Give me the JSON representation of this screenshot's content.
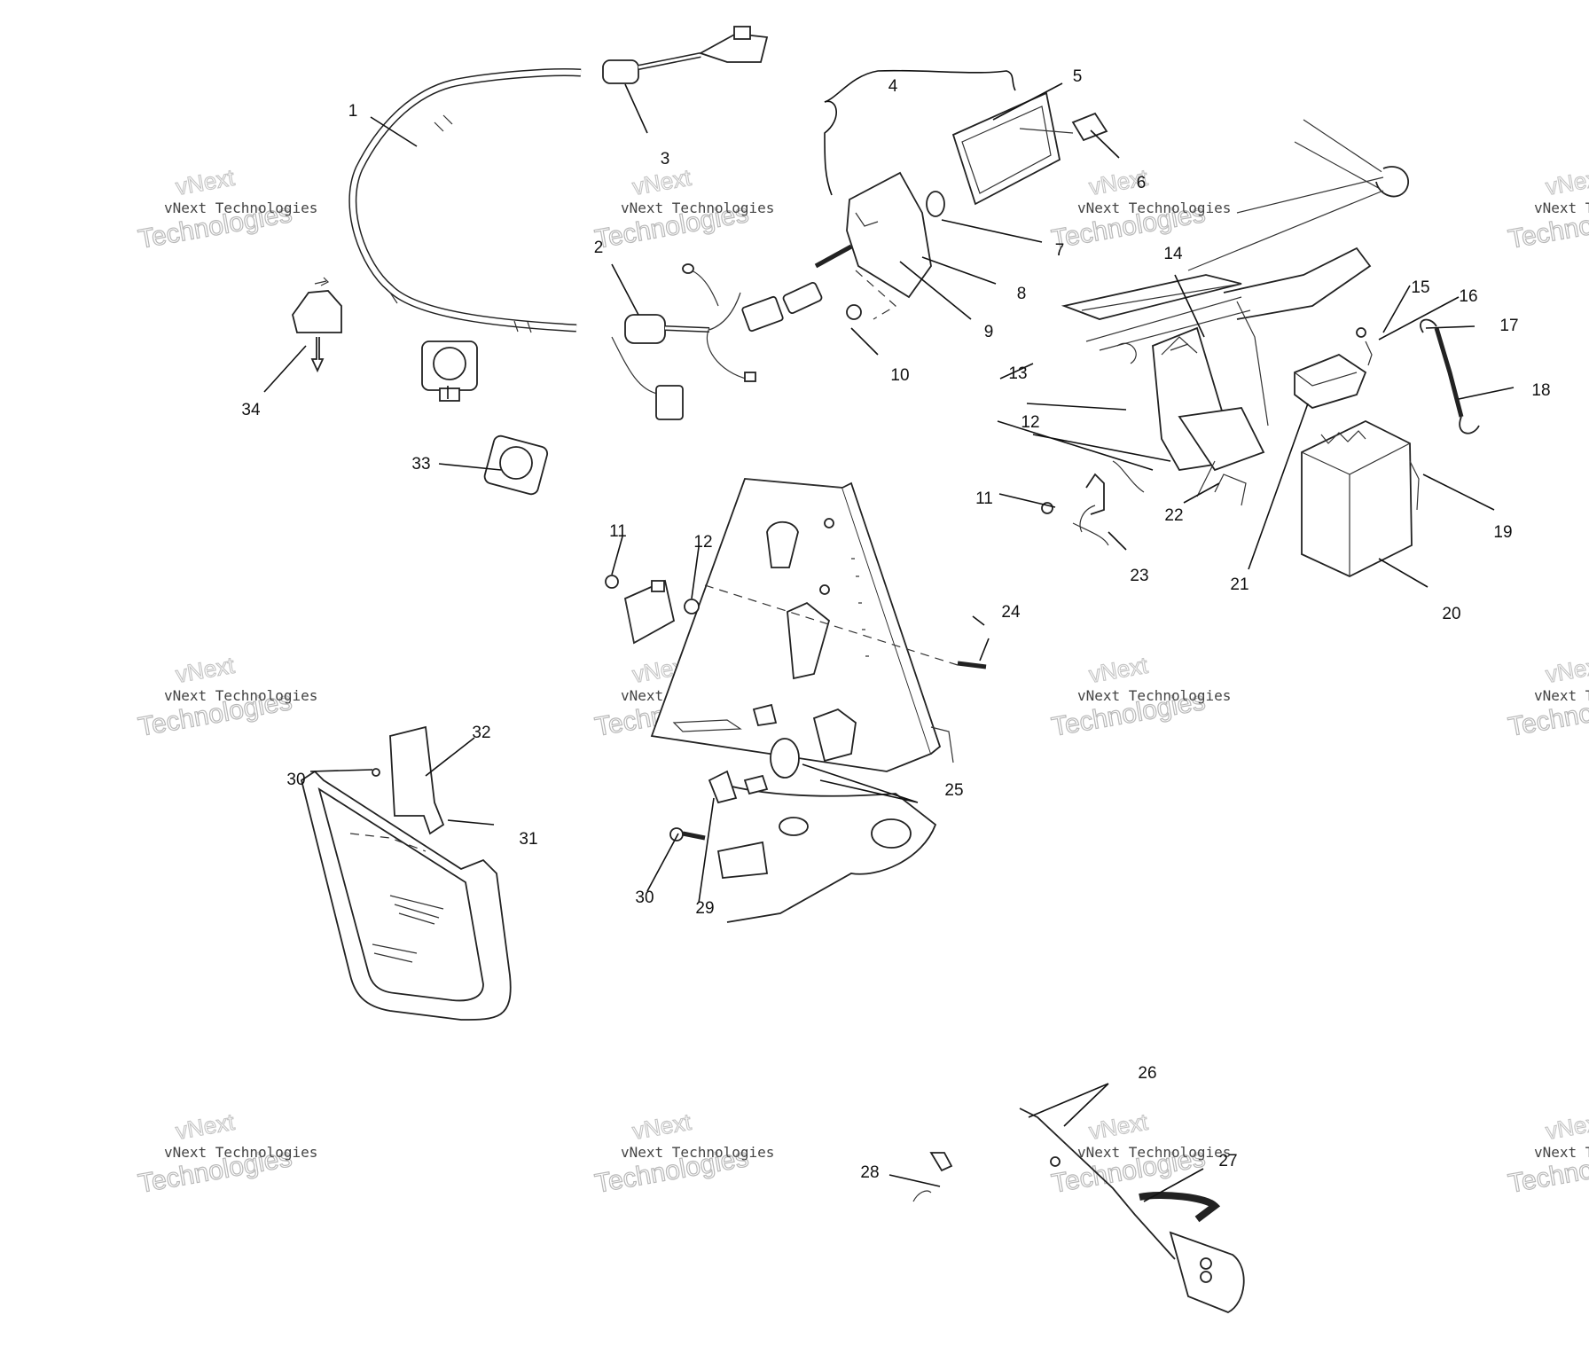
{
  "callouts": [
    {
      "n": "1"
    },
    {
      "n": "2"
    },
    {
      "n": "3"
    },
    {
      "n": "4"
    },
    {
      "n": "5"
    },
    {
      "n": "6"
    },
    {
      "n": "7"
    },
    {
      "n": "8"
    },
    {
      "n": "9"
    },
    {
      "n": "10"
    },
    {
      "n": "11"
    },
    {
      "n": "11"
    },
    {
      "n": "12"
    },
    {
      "n": "12"
    },
    {
      "n": "13"
    },
    {
      "n": "14"
    },
    {
      "n": "15"
    },
    {
      "n": "16"
    },
    {
      "n": "17"
    },
    {
      "n": "18"
    },
    {
      "n": "19"
    },
    {
      "n": "20"
    },
    {
      "n": "21"
    },
    {
      "n": "22"
    },
    {
      "n": "23"
    },
    {
      "n": "24"
    },
    {
      "n": "25"
    },
    {
      "n": "26"
    },
    {
      "n": "27"
    },
    {
      "n": "28"
    },
    {
      "n": "29"
    },
    {
      "n": "30"
    },
    {
      "n": "30"
    },
    {
      "n": "31"
    },
    {
      "n": "32"
    },
    {
      "n": "33"
    },
    {
      "n": "34"
    }
  ],
  "watermark": {
    "line1": "vNext Technologies",
    "line2": "Technologies",
    "line3": "vNext"
  }
}
